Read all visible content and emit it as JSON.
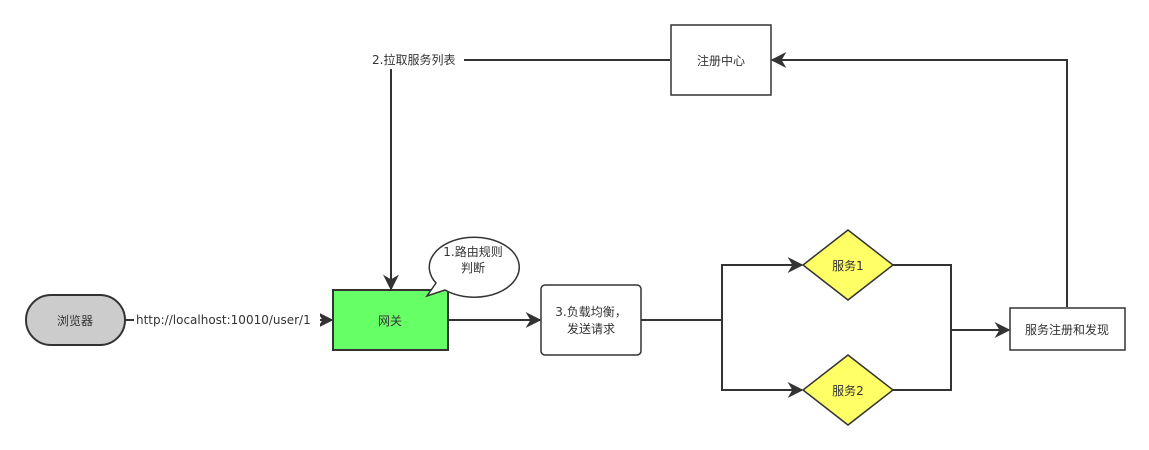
{
  "nodes": {
    "browser": "浏览器",
    "gateway": "网关",
    "registry": "注册中心",
    "load_balance_line1": "3.负载均衡，",
    "load_balance_line2": "发送请求",
    "service1": "服务1",
    "service2": "服务2",
    "discovery": "服务注册和发现"
  },
  "callout": {
    "line1": "1.路由规则",
    "line2": "判断"
  },
  "edge_labels": {
    "request_url": "http://localhost:10010/user/1",
    "pull_services": "2.拉取服务列表"
  },
  "colors": {
    "gateway_fill": "#66ff66",
    "service_fill": "#ffff66",
    "browser_fill": "#cccccc",
    "stroke": "#333333"
  }
}
